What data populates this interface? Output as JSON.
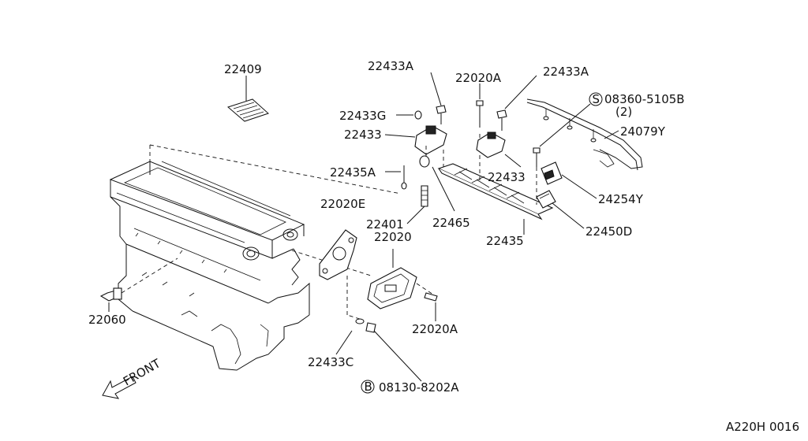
{
  "labels": {
    "p22409": "22409",
    "p22433A_left": "22433A",
    "p22020A_top": "22020A",
    "p22433A_right": "22433A",
    "s_code": "08360-5105B",
    "s_qty": "(2)",
    "s_mark": "S",
    "p22433G": "22433G",
    "p24079Y": "24079Y",
    "p22433_left": "22433",
    "p22433_right": "22433",
    "p22435A": "22435A",
    "p24254Y": "24254Y",
    "p22020E": "22020E",
    "p22401": "22401",
    "p22465": "22465",
    "p22450D": "22450D",
    "p22020": "22020",
    "p22435": "22435",
    "p22060": "22060",
    "p22020A_bottom": "22020A",
    "p22433C": "22433C",
    "b_mark": "B",
    "b_code": "08130-8202A",
    "front": "FRONT",
    "diagram_code": "A220H 0016"
  }
}
